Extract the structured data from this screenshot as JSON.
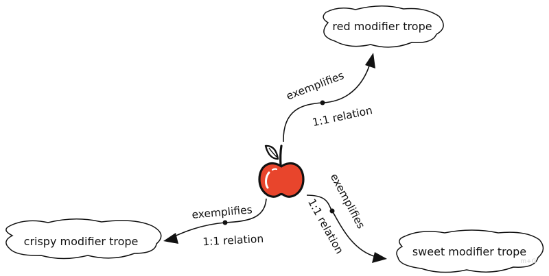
{
  "diagram": {
    "center": {
      "icon": "apple-icon"
    },
    "nodes": {
      "red": {
        "label": "red modifier trope"
      },
      "crispy": {
        "label": "crispy modifier trope"
      },
      "sweet": {
        "label": "sweet modifier trope"
      }
    },
    "edges": {
      "red": {
        "relation": "exemplifies",
        "cardinality": "1:1 relation"
      },
      "crispy": {
        "relation": "exemplifies",
        "cardinality": "1:1 relation"
      },
      "sweet": {
        "relation": "exemplifies",
        "cardinality": "1:1 relation"
      }
    },
    "watermark": "m+G"
  },
  "colors": {
    "apple": "#e8452c",
    "outline": "#111111",
    "background": "#ffffff"
  }
}
